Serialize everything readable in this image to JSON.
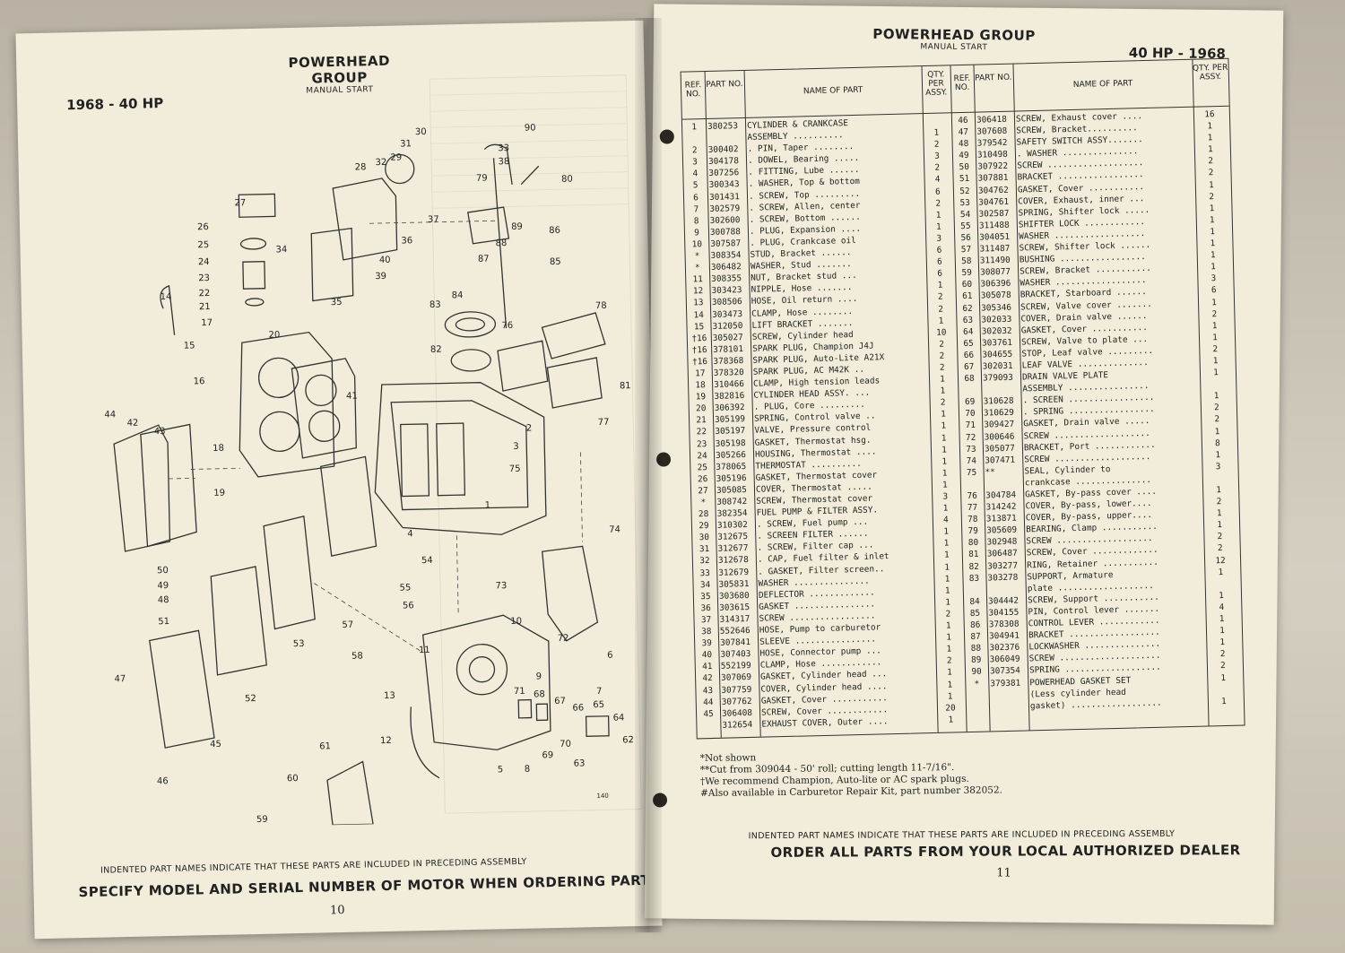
{
  "left": {
    "year_model": "1968 - 40 HP",
    "group_title": "POWERHEAD GROUP",
    "group_sub": "MANUAL START",
    "figure_number": "140",
    "diagram_labels": [
      "1",
      "2",
      "3",
      "4",
      "5",
      "6",
      "7",
      "8",
      "9",
      "10",
      "11",
      "12",
      "13",
      "14",
      "15",
      "16",
      "17",
      "18",
      "19",
      "20",
      "21",
      "22",
      "23",
      "24",
      "25",
      "26",
      "27",
      "28",
      "29",
      "30",
      "31",
      "32",
      "33",
      "34",
      "35",
      "36",
      "37",
      "38",
      "39",
      "40",
      "41",
      "42",
      "43",
      "44",
      "45",
      "46",
      "47",
      "48",
      "49",
      "50",
      "51",
      "52",
      "53",
      "54",
      "55",
      "56",
      "57",
      "58",
      "59",
      "60",
      "61",
      "62",
      "63",
      "64",
      "65",
      "66",
      "67",
      "68",
      "69",
      "70",
      "71",
      "72",
      "73",
      "74",
      "75",
      "76",
      "77",
      "78",
      "79",
      "80",
      "81",
      "82",
      "83",
      "84",
      "85",
      "86",
      "87",
      "88",
      "89",
      "90"
    ],
    "footer_note": "INDENTED PART NAMES INDICATE THAT THESE PARTS ARE INCLUDED IN PRECEDING ASSEMBLY",
    "footer_main": "SPECIFY MODEL AND SERIAL NUMBER OF MOTOR WHEN ORDERING PARTS",
    "page_number": "10"
  },
  "right": {
    "group_title": "POWERHEAD GROUP",
    "group_sub": "MANUAL START",
    "model_year": "40 HP - 1968",
    "headers": {
      "ref": "REF. NO.",
      "part": "PART NO.",
      "name": "NAME OF PART",
      "qty": "QTY. PER ASSY."
    },
    "left_rows": [
      {
        "ref": "1",
        "part": "380253",
        "name": "CYLINDER & CRANKCASE",
        "qty": ""
      },
      {
        "ref": "",
        "part": "",
        "name": "ASSEMBLY ..........",
        "qty": "1"
      },
      {
        "ref": "2",
        "part": "300402",
        "name": ". PIN, Taper ........",
        "qty": "2"
      },
      {
        "ref": "3",
        "part": "304178",
        "name": ". DOWEL, Bearing .....",
        "qty": "3"
      },
      {
        "ref": "4",
        "part": "307256",
        "name": ". FITTING, Lube ......",
        "qty": "2"
      },
      {
        "ref": "5",
        "part": "300343",
        "name": ". WASHER, Top & bottom",
        "qty": "4"
      },
      {
        "ref": "6",
        "part": "301431",
        "name": ". SCREW, Top .........",
        "qty": "6"
      },
      {
        "ref": "7",
        "part": "302579",
        "name": ". SCREW, Allen, center",
        "qty": "2"
      },
      {
        "ref": "8",
        "part": "302600",
        "name": ". SCREW, Bottom ......",
        "qty": "1"
      },
      {
        "ref": "9",
        "part": "300788",
        "name": ". PLUG, Expansion ....",
        "qty": "1"
      },
      {
        "ref": "10",
        "part": "307587",
        "name": ". PLUG, Crankcase oil",
        "qty": "3"
      },
      {
        "ref": "*",
        "part": "308354",
        "name": "STUD, Bracket ......",
        "qty": "6"
      },
      {
        "ref": "*",
        "part": "306482",
        "name": "WASHER, Stud .......",
        "qty": "6"
      },
      {
        "ref": "11",
        "part": "308355",
        "name": "NUT, Bracket stud ...",
        "qty": "6"
      },
      {
        "ref": "12",
        "part": "303423",
        "name": "NIPPLE, Hose .......",
        "qty": "1"
      },
      {
        "ref": "13",
        "part": "308506",
        "name": "HOSE, Oil return ....",
        "qty": "2"
      },
      {
        "ref": "14",
        "part": "303473",
        "name": "CLAMP, Hose ........",
        "qty": "2"
      },
      {
        "ref": "15",
        "part": "312050",
        "name": "LIFT BRACKET .......",
        "qty": "1"
      },
      {
        "ref": "†16",
        "part": "305027",
        "name": "SCREW, Cylinder head",
        "qty": "10"
      },
      {
        "ref": "†16",
        "part": "378101",
        "name": "SPARK PLUG, Champion J4J",
        "qty": "2"
      },
      {
        "ref": "†16",
        "part": "378368",
        "name": "SPARK PLUG, Auto-Lite A21X",
        "qty": "2"
      },
      {
        "ref": "17",
        "part": "378320",
        "name": "SPARK PLUG, AC M42K ..",
        "qty": "2"
      },
      {
        "ref": "18",
        "part": "310466",
        "name": "CLAMP, High tension leads",
        "qty": "1"
      },
      {
        "ref": "19",
        "part": "382816",
        "name": "CYLINDER HEAD ASSY. ...",
        "qty": "1"
      },
      {
        "ref": "20",
        "part": "306392",
        "name": ". PLUG, Core .........",
        "qty": "2"
      },
      {
        "ref": "21",
        "part": "305199",
        "name": "SPRING, Control valve ..",
        "qty": "1"
      },
      {
        "ref": "22",
        "part": "305197",
        "name": "VALVE, Pressure control",
        "qty": "1"
      },
      {
        "ref": "23",
        "part": "305198",
        "name": "GASKET, Thermostat hsg.",
        "qty": "1"
      },
      {
        "ref": "24",
        "part": "305266",
        "name": "HOUSING, Thermostat ....",
        "qty": "1"
      },
      {
        "ref": "25",
        "part": "378065",
        "name": "THERMOSTAT ..........",
        "qty": "1"
      },
      {
        "ref": "26",
        "part": "305196",
        "name": "GASKET, Thermostat cover",
        "qty": "1"
      },
      {
        "ref": "27",
        "part": "305085",
        "name": "COVER, Thermostat .....",
        "qty": "1"
      },
      {
        "ref": "*",
        "part": "308742",
        "name": "SCREW, Thermostat cover",
        "qty": "3"
      },
      {
        "ref": "28",
        "part": "382354",
        "name": "FUEL PUMP & FILTER ASSY.",
        "qty": "1"
      },
      {
        "ref": "29",
        "part": "310302",
        "name": ". SCREW, Fuel pump ...",
        "qty": "4"
      },
      {
        "ref": "30",
        "part": "312675",
        "name": ". SCREEN FILTER ......",
        "qty": "1"
      },
      {
        "ref": "31",
        "part": "312677",
        "name": ". SCREW, Filter cap ...",
        "qty": "1"
      },
      {
        "ref": "32",
        "part": "312678",
        "name": ". CAP, Fuel filter & inlet",
        "qty": "1"
      },
      {
        "ref": "33",
        "part": "312679",
        "name": ". GASKET, Filter screen..",
        "qty": "1"
      },
      {
        "ref": "34",
        "part": "305831",
        "name": "WASHER ...............",
        "qty": "1"
      },
      {
        "ref": "35",
        "part": "303680",
        "name": "DEFLECTOR .............",
        "qty": "1"
      },
      {
        "ref": "36",
        "part": "303615",
        "name": "GASKET ................",
        "qty": "1"
      },
      {
        "ref": "37",
        "part": "314317",
        "name": "SCREW .................",
        "qty": "2"
      },
      {
        "ref": "38",
        "part": "552646",
        "name": "HOSE, Pump to carburetor",
        "qty": "1"
      },
      {
        "ref": "39",
        "part": "307841",
        "name": "SLEEVE ................",
        "qty": "1"
      },
      {
        "ref": "40",
        "part": "307403",
        "name": "HOSE, Connector pump ...",
        "qty": "1"
      },
      {
        "ref": "41",
        "part": "552199",
        "name": "CLAMP, Hose ............",
        "qty": "2"
      },
      {
        "ref": "42",
        "part": "307069",
        "name": "GASKET, Cylinder head ...",
        "qty": "1"
      },
      {
        "ref": "43",
        "part": "307759",
        "name": "COVER, Cylinder head ....",
        "qty": "1"
      },
      {
        "ref": "44",
        "part": "307762",
        "name": "GASKET, Cover ...........",
        "qty": "1"
      },
      {
        "ref": "45",
        "part": "306408",
        "name": "SCREW, Cover ............",
        "qty": "20"
      },
      {
        "ref": "",
        "part": "312654",
        "name": "EXHAUST COVER, Outer ....",
        "qty": "1"
      }
    ],
    "right_rows": [
      {
        "ref": "46",
        "part": "306418",
        "name": "SCREW, Exhaust cover ....",
        "qty": "16"
      },
      {
        "ref": "47",
        "part": "307608",
        "name": "SCREW, Bracket..........",
        "qty": "1"
      },
      {
        "ref": "48",
        "part": "379542",
        "name": "SAFETY SWITCH ASSY.......",
        "qty": "1"
      },
      {
        "ref": "49",
        "part": "310498",
        "name": ". WASHER ...............",
        "qty": "1"
      },
      {
        "ref": "50",
        "part": "307922",
        "name": "SCREW ...................",
        "qty": "2"
      },
      {
        "ref": "51",
        "part": "307881",
        "name": "BRACKET .................",
        "qty": "2"
      },
      {
        "ref": "52",
        "part": "304762",
        "name": "GASKET, Cover ...........",
        "qty": "1"
      },
      {
        "ref": "53",
        "part": "304761",
        "name": "COVER, Exhaust, inner ...",
        "qty": "2"
      },
      {
        "ref": "54",
        "part": "302587",
        "name": "SPRING, Shifter lock .....",
        "qty": "1"
      },
      {
        "ref": "55",
        "part": "311488",
        "name": "SHIFTER LOCK ............",
        "qty": "1"
      },
      {
        "ref": "56",
        "part": "304051",
        "name": "WASHER ..................",
        "qty": "1"
      },
      {
        "ref": "57",
        "part": "311487",
        "name": "SCREW, Shifter lock ......",
        "qty": "1"
      },
      {
        "ref": "58",
        "part": "311490",
        "name": "BUSHING .................",
        "qty": "1"
      },
      {
        "ref": "59",
        "part": "308077",
        "name": "SCREW, Bracket ...........",
        "qty": "1"
      },
      {
        "ref": "60",
        "part": "306396",
        "name": "WASHER ..................",
        "qty": "3"
      },
      {
        "ref": "61",
        "part": "305078",
        "name": "BRACKET, Starboard ......",
        "qty": "6"
      },
      {
        "ref": "62",
        "part": "305346",
        "name": "SCREW, Valve cover .......",
        "qty": "1"
      },
      {
        "ref": "63",
        "part": "302033",
        "name": "COVER, Drain valve ......",
        "qty": "2"
      },
      {
        "ref": "64",
        "part": "302032",
        "name": "GASKET, Cover ...........",
        "qty": "1"
      },
      {
        "ref": "65",
        "part": "303761",
        "name": "SCREW, Valve to plate ...",
        "qty": "1"
      },
      {
        "ref": "66",
        "part": "304655",
        "name": "STOP, Leaf valve .........",
        "qty": "2"
      },
      {
        "ref": "67",
        "part": "302031",
        "name": "LEAF VALVE ..............",
        "qty": "1"
      },
      {
        "ref": "68",
        "part": "379093",
        "name": "DRAIN VALVE PLATE",
        "qty": "1"
      },
      {
        "ref": "",
        "part": "",
        "name": "ASSEMBLY ................",
        "qty": ""
      },
      {
        "ref": "69",
        "part": "310628",
        "name": ". SCREEN .................",
        "qty": "1"
      },
      {
        "ref": "70",
        "part": "310629",
        "name": ". SPRING .................",
        "qty": "2"
      },
      {
        "ref": "71",
        "part": "309427",
        "name": "GASKET, Drain valve .....",
        "qty": "2"
      },
      {
        "ref": "72",
        "part": "300646",
        "name": "SCREW ...................",
        "qty": "1"
      },
      {
        "ref": "73",
        "part": "305077",
        "name": "BRACKET, Port ............",
        "qty": "8"
      },
      {
        "ref": "74",
        "part": "307471",
        "name": "SCREW ...................",
        "qty": "1"
      },
      {
        "ref": "75",
        "part": "**",
        "name": "SEAL, Cylinder to",
        "qty": "3"
      },
      {
        "ref": "",
        "part": "",
        "name": "crankcase ...............",
        "qty": ""
      },
      {
        "ref": "76",
        "part": "304784",
        "name": "GASKET, By-pass cover ....",
        "qty": "1"
      },
      {
        "ref": "77",
        "part": "314242",
        "name": "COVER, By-pass, lower....",
        "qty": "2"
      },
      {
        "ref": "78",
        "part": "313871",
        "name": "COVER, By-pass, upper....",
        "qty": "1"
      },
      {
        "ref": "79",
        "part": "305609",
        "name": "BEARING, Clamp ...........",
        "qty": "1"
      },
      {
        "ref": "80",
        "part": "302948",
        "name": "SCREW ...................",
        "qty": "2"
      },
      {
        "ref": "81",
        "part": "306487",
        "name": "SCREW, Cover .............",
        "qty": "2"
      },
      {
        "ref": "82",
        "part": "303277",
        "name": "RING, Retainer ...........",
        "qty": "12"
      },
      {
        "ref": "83",
        "part": "303278",
        "name": "SUPPORT, Armature",
        "qty": "1"
      },
      {
        "ref": "",
        "part": "",
        "name": "plate ...................",
        "qty": ""
      },
      {
        "ref": "84",
        "part": "304442",
        "name": "SCREW, Support ...........",
        "qty": "1"
      },
      {
        "ref": "85",
        "part": "304155",
        "name": "PIN, Control lever .......",
        "qty": "4"
      },
      {
        "ref": "86",
        "part": "378308",
        "name": "CONTROL LEVER ............",
        "qty": "1"
      },
      {
        "ref": "87",
        "part": "304941",
        "name": "BRACKET ..................",
        "qty": "1"
      },
      {
        "ref": "88",
        "part": "302376",
        "name": "LOCKWASHER ...............",
        "qty": "1"
      },
      {
        "ref": "89",
        "part": "306049",
        "name": "SCREW ....................",
        "qty": "2"
      },
      {
        "ref": "90",
        "part": "307354",
        "name": "SPRING ...................",
        "qty": "2"
      },
      {
        "ref": "*",
        "part": "379381",
        "name": "POWERHEAD GASKET SET",
        "qty": "1"
      },
      {
        "ref": "",
        "part": "",
        "name": "(Less cylinder head",
        "qty": ""
      },
      {
        "ref": "",
        "part": "",
        "name": "gasket) ..................",
        "qty": "1"
      }
    ],
    "notes": [
      "*Not shown",
      "**Cut from 309044 - 50' roll; cutting length 11-7/16\".",
      "†We recommend Champion, Auto-lite or AC spark plugs.",
      "#Also available in Carburetor Repair Kit, part number 382052."
    ],
    "footer_note": "INDENTED PART NAMES INDICATE THAT THESE PARTS ARE INCLUDED IN PRECEDING ASSEMBLY",
    "footer_main": "ORDER ALL PARTS FROM YOUR LOCAL AUTHORIZED DEALER",
    "page_number": "11"
  }
}
